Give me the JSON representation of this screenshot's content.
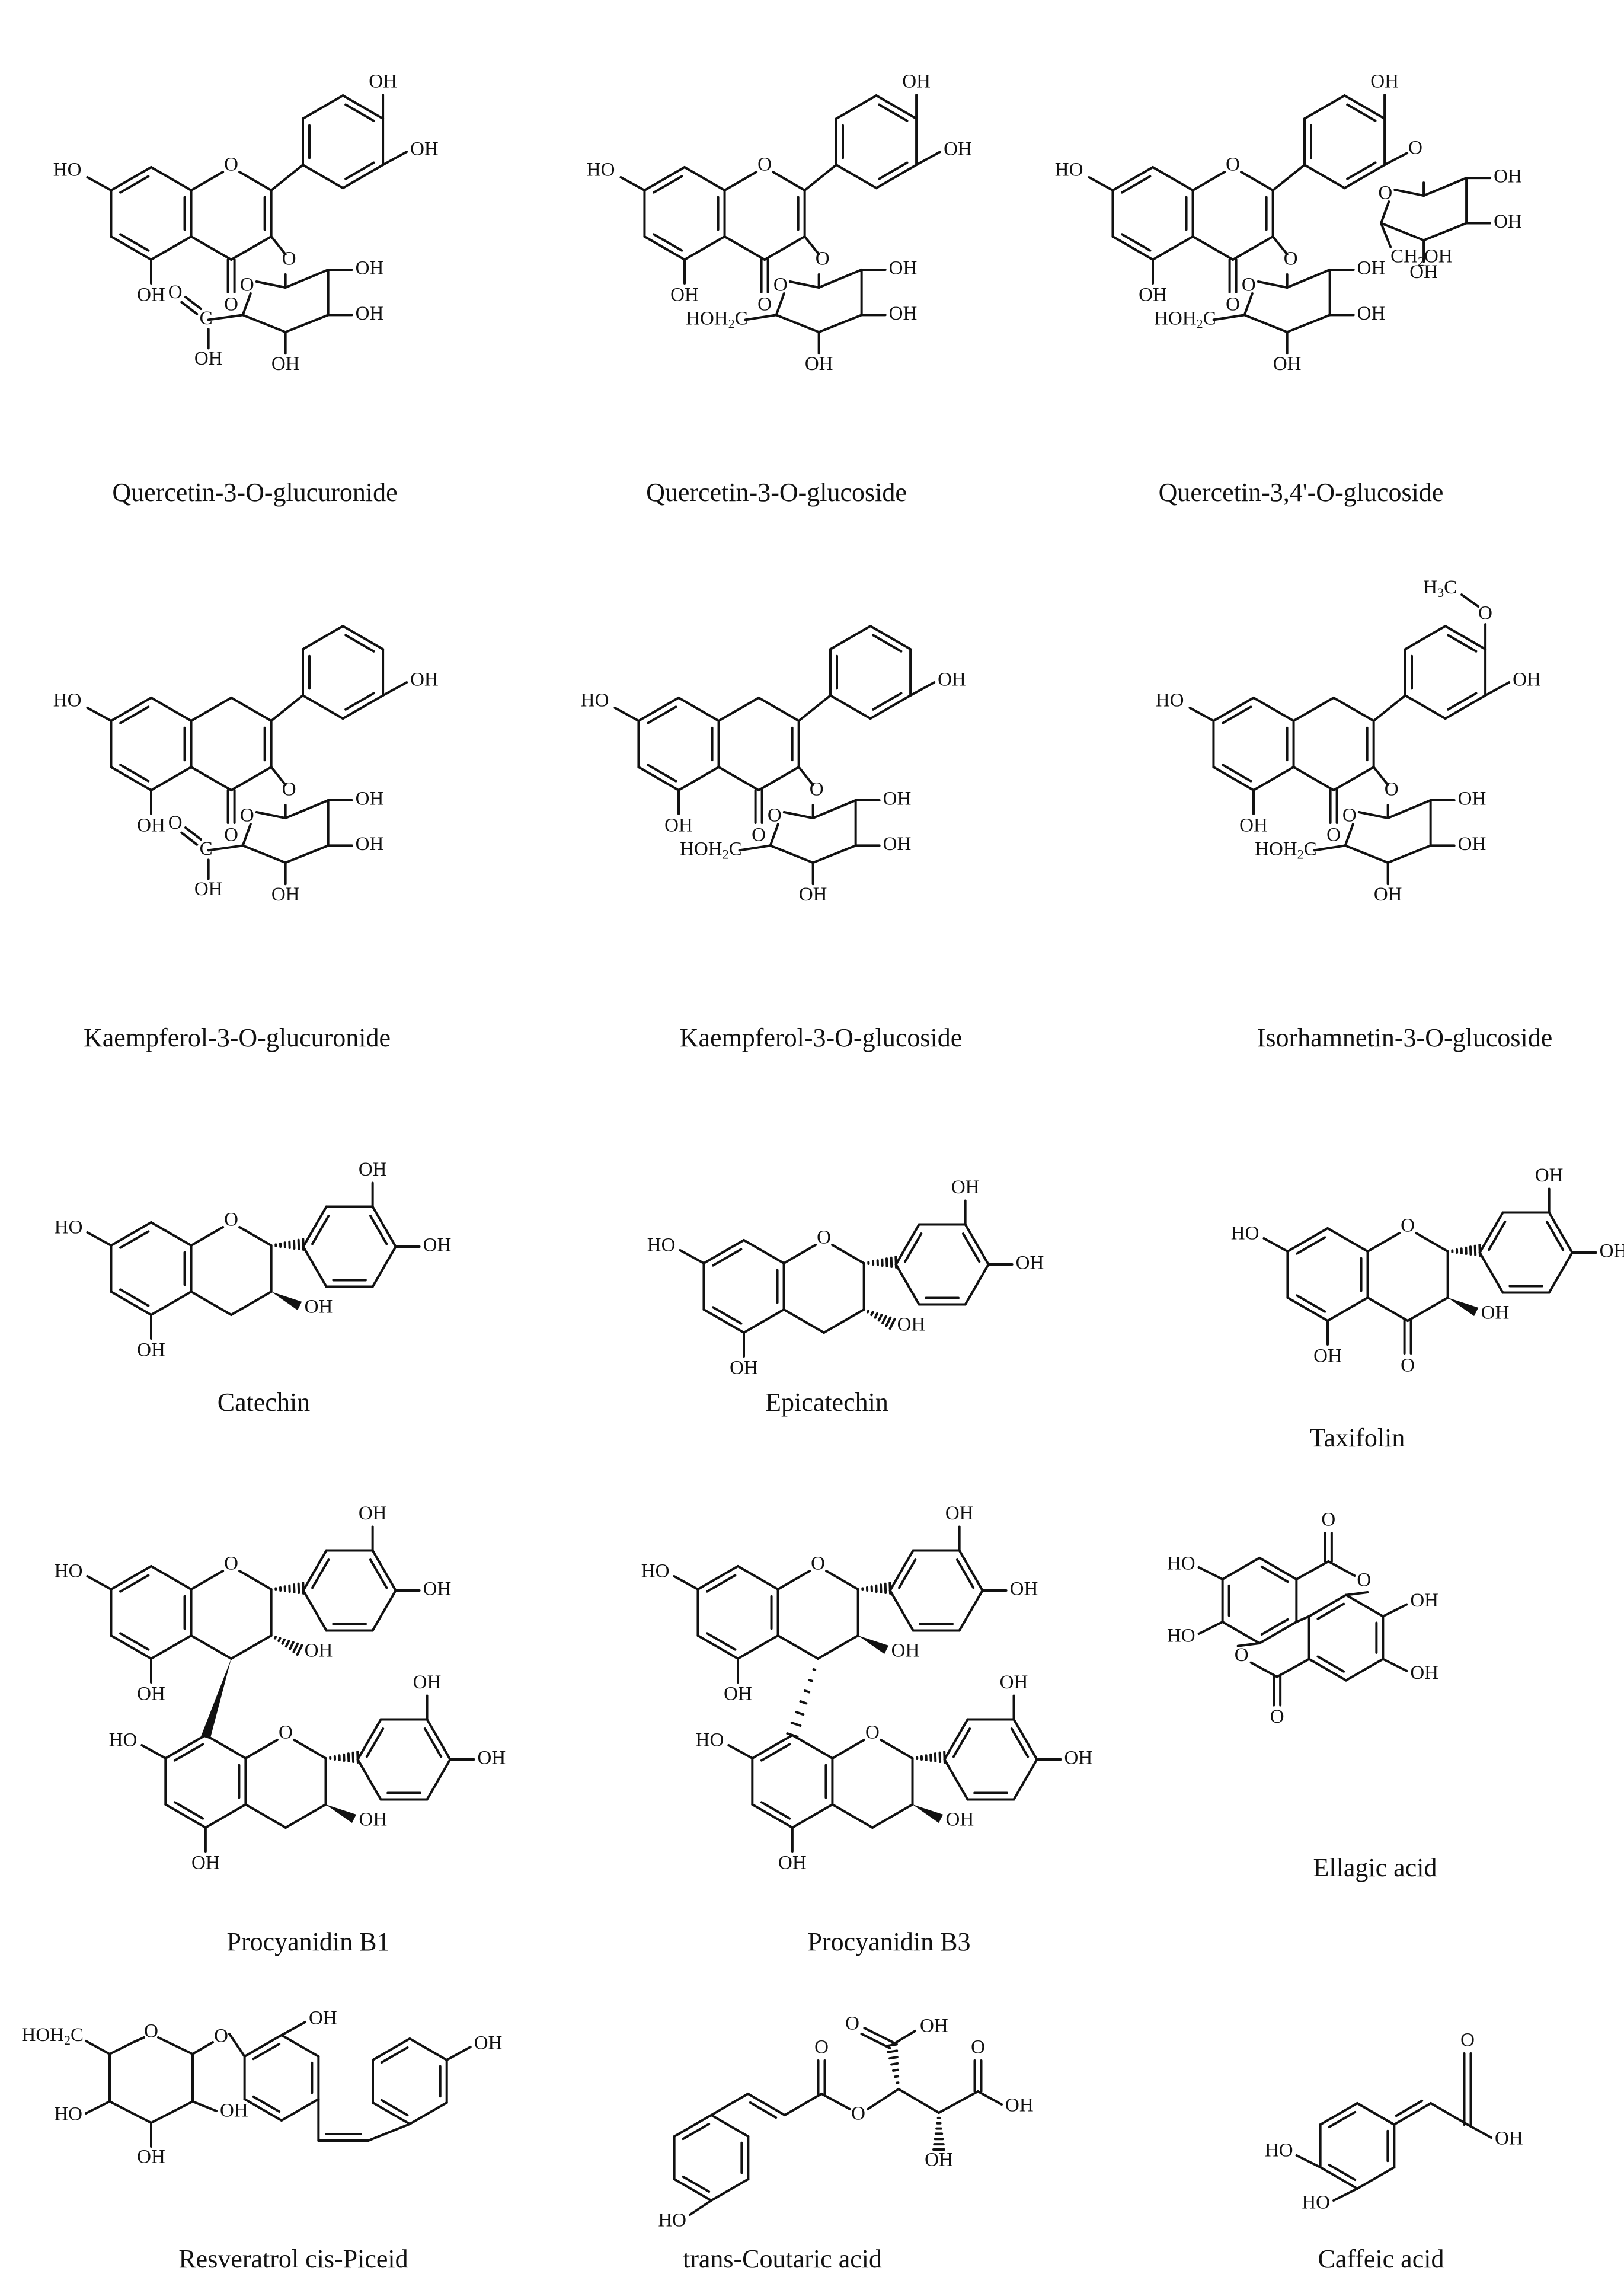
{
  "figure": {
    "compounds": [
      {
        "id": "q3gluc",
        "name": "Quercetin-3-O-glucuronide",
        "family": "flavonol",
        "ring": "pyranone",
        "b": [
          "OH",
          "OH"
        ],
        "sugar": "glucuronide",
        "sub4p": ""
      },
      {
        "id": "q3glc",
        "name": "Quercetin-3-O-glucoside",
        "family": "flavonol",
        "ring": "pyranone",
        "b": [
          "OH",
          "OH"
        ],
        "sugar": "glucoside",
        "sub4p": ""
      },
      {
        "id": "q34glc",
        "name": "Quercetin-3,4'-O-glucoside",
        "family": "flavonol",
        "ring": "pyranone",
        "b": [
          "OH",
          "O-glucose"
        ],
        "sugar": "glucoside",
        "sub4p": "glucoside"
      },
      {
        "id": "k3gluc",
        "name": "Kaempferol-3-O-glucuronide",
        "family": "flavonol",
        "ring": "carbocycle",
        "b": [
          "",
          "OH"
        ],
        "sugar": "glucuronide",
        "sub4p": ""
      },
      {
        "id": "k3glc",
        "name": "Kaempferol-3-O-glucoside",
        "family": "flavonol",
        "ring": "carbocycle",
        "b": [
          "",
          "OH"
        ],
        "sugar": "glucoside",
        "sub4p": ""
      },
      {
        "id": "i3glc",
        "name": "Isorhamnetin-3-O-glucoside",
        "family": "flavonol",
        "ring": "carbocycle",
        "b": [
          "OCH3",
          "OH"
        ],
        "sugar": "glucoside",
        "sub4p": ""
      },
      {
        "id": "cat",
        "name": "Catechin",
        "family": "flavanol"
      },
      {
        "id": "epicat",
        "name": "Epicatechin",
        "family": "flavanol"
      },
      {
        "id": "taxi",
        "name": "Taxifolin",
        "family": "dihydroflavonol"
      },
      {
        "id": "pb1",
        "name": "Procyanidin B1",
        "family": "dimer"
      },
      {
        "id": "pb3",
        "name": "Procyanidin B3",
        "family": "dimer"
      },
      {
        "id": "ella",
        "name": "Ellagic acid",
        "family": "ellagitannin"
      },
      {
        "id": "piceid",
        "name": "Resveratrol cis-Piceid",
        "family": "stilbene"
      },
      {
        "id": "coutaric",
        "name": "trans-Coutaric acid",
        "family": "hydroxycinnamic"
      },
      {
        "id": "caffeic",
        "name": "Caffeic acid",
        "family": "hydroxycinnamic"
      }
    ],
    "labels": {
      "oh": "OH",
      "ho": "HO",
      "o": "O",
      "c": "C",
      "h3c": "H",
      "h3c_sub": "3",
      "ch2": "CH",
      "ch2_sub": "2",
      "hoh2c": "HOH",
      "hoh2c_sub": "2",
      "hoh2c_end": "C",
      "ch2oh_end": "OH"
    }
  }
}
